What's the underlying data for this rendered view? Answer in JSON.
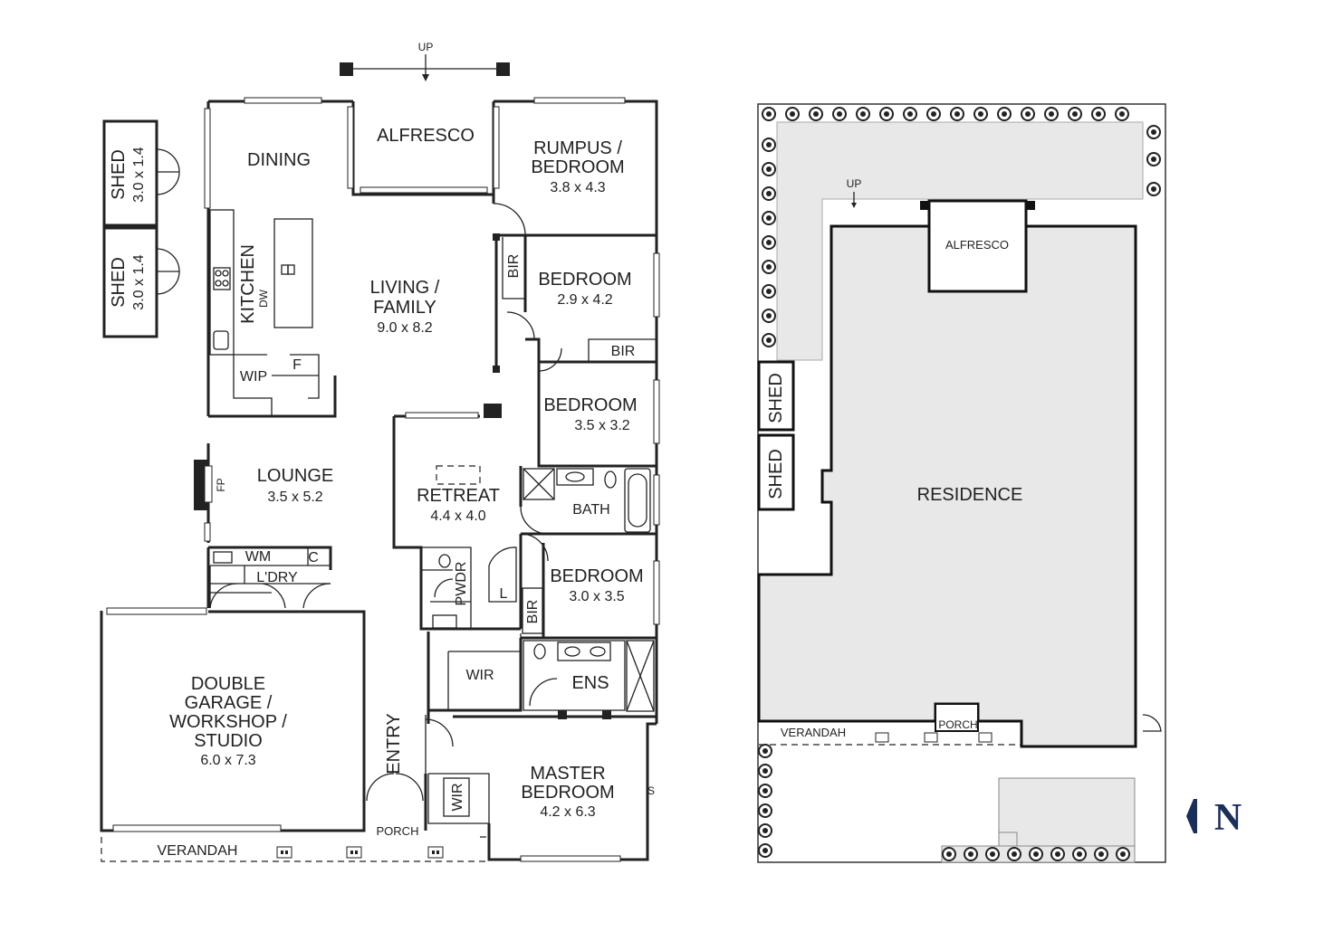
{
  "floor_plan": {
    "rooms": {
      "up": "UP",
      "alfresco": "ALFRESCO",
      "dining": "DINING",
      "rumpus_name": "RUMPUS /",
      "rumpus_name2": "BEDROOM",
      "rumpus_dim": "3.8 x 4.3",
      "shed": "SHED",
      "shed_dim": "3.0 x 1.4",
      "kitchen": "KITCHEN",
      "dw": "DW",
      "living_name": "LIVING /",
      "living_name2": "FAMILY",
      "living_dim": "9.0 x 8.2",
      "bir": "BIR",
      "bedroom": "BEDROOM",
      "bedroom2_dim": "2.9 x 4.2",
      "bedroom3_dim": "3.5 x 3.2",
      "bedroom4_dim": "3.0 x 3.5",
      "wip": "WIP",
      "f": "F",
      "lounge": "LOUNGE",
      "lounge_dim": "3.5 x 5.2",
      "fp": "FP",
      "retreat": "RETREAT",
      "retreat_dim": "4.4 x 4.0",
      "bath": "BATH",
      "wm": "WM",
      "c": "C",
      "ldry": "L'DRY",
      "pwdr": "PWDR",
      "l": "L",
      "garage1": "DOUBLE",
      "garage2": "GARAGE /",
      "garage3": "WORKSHOP /",
      "garage4": "STUDIO",
      "garage_dim": "6.0 x 7.3",
      "wir": "WIR",
      "ens": "ENS",
      "entry": "ENTRY",
      "master1": "MASTER",
      "master2": "BEDROOM",
      "master_dim": "4.2 x 6.3",
      "s": "S",
      "porch": "PORCH",
      "verandah": "VERANDAH"
    }
  },
  "site_plan": {
    "up": "UP",
    "alfresco": "ALFRESCO",
    "shed": "SHED",
    "residence": "RESIDENCE",
    "porch": "PORCH",
    "verandah": "VERANDAH"
  },
  "compass": {
    "letter": "N"
  }
}
